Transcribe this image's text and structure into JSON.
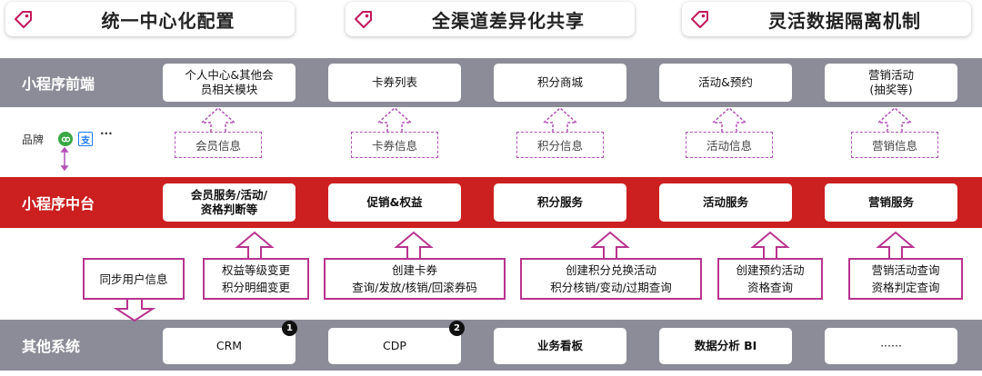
{
  "headers": [
    {
      "label": "统一中心化配置",
      "icon": "tag-icon"
    },
    {
      "label": "全渠道差异化共享",
      "icon": "tag-icon"
    },
    {
      "label": "灵活数据隔离机制",
      "icon": "tag-icon"
    }
  ],
  "frontend": {
    "title": "小程序前端",
    "modules": [
      "个人中心&其他会\n员相关模块",
      "卡券列表",
      "积分商城",
      "活动&预约",
      "营销活动\n(抽奖等)"
    ]
  },
  "info_row": {
    "brand_label": "品牌",
    "brand_more": "···",
    "brand_icons": [
      "wechat-icon",
      "alipay-icon"
    ],
    "items": [
      "会员信息",
      "卡券信息",
      "积分信息",
      "活动信息",
      "营销信息"
    ]
  },
  "middle": {
    "title": "小程序中台",
    "services": [
      "会员服务/活动/\n资格判断等",
      "促销&权益",
      "积分服务",
      "活动服务",
      "营销服务"
    ]
  },
  "ops": {
    "sync": "同步用户信息",
    "items": [
      "权益等级变更\n积分明细变更",
      "创建卡券\n查询/发放/核销/回滚券码",
      "创建积分兑换活动\n积分核销/变动/过期查询",
      "创建预约活动\n资格查询",
      "营销活动查询\n资格判定查询"
    ]
  },
  "other": {
    "title": "其他系统",
    "systems": [
      "CRM",
      "CDP",
      "业务看板",
      "数据分析 BI",
      "······"
    ],
    "badges": [
      "1",
      "2"
    ]
  },
  "colors": {
    "accent_red": "#cc1f1f",
    "bar_gray": "#8c8c98",
    "border_purple": "#b8338f",
    "dash_purple": "#b14fb7"
  }
}
